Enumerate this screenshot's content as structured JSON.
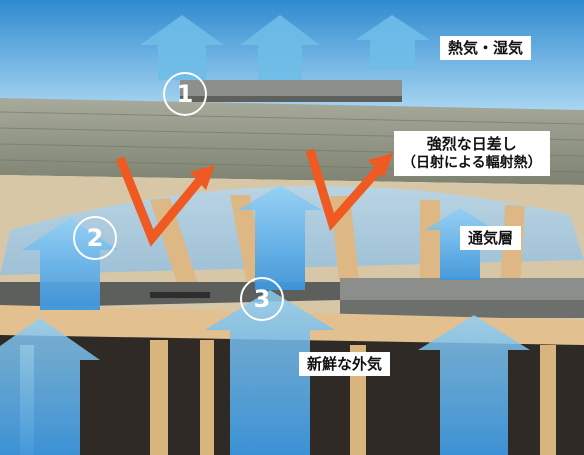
{
  "labels": {
    "heat_moisture": "熱気・湿気",
    "strong_sun": "強烈な日差し",
    "radiant_heat": "（日射による輻射熱）",
    "vent_layer": "通気層",
    "fresh_air": "新鮮な外気"
  },
  "markers": [
    "1",
    "2",
    "3"
  ],
  "colors": {
    "sky": "#4b9fd9",
    "arrow_blue": "#3f9be0",
    "sun_arrow": "#ef5a23",
    "roof": "#8f9583",
    "wood": "#d9b98a",
    "dark": "#2f2a26"
  }
}
